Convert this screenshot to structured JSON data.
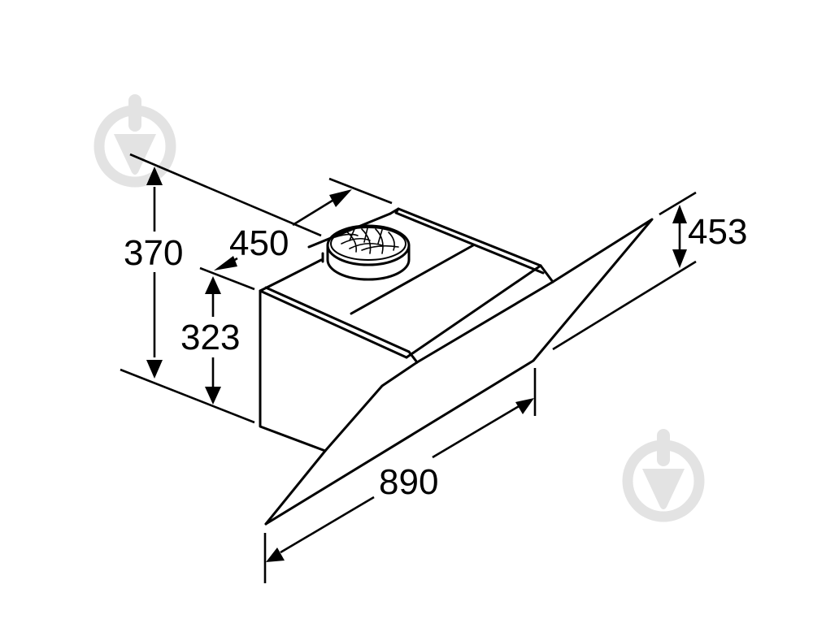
{
  "drawing": {
    "subject": "wall-mounted angled cooker hood",
    "units": "mm",
    "line_color": "#000000",
    "watermark_color": "#e3e3e3"
  },
  "dimensions": {
    "overall_height": "370",
    "depth": "450",
    "body_height": "323",
    "glass_height": "453",
    "width": "890"
  },
  "watermarks": [
    {
      "icon": "trowel-circle-icon",
      "position": "top-left"
    },
    {
      "icon": "trowel-circle-icon",
      "position": "bottom-right"
    }
  ]
}
